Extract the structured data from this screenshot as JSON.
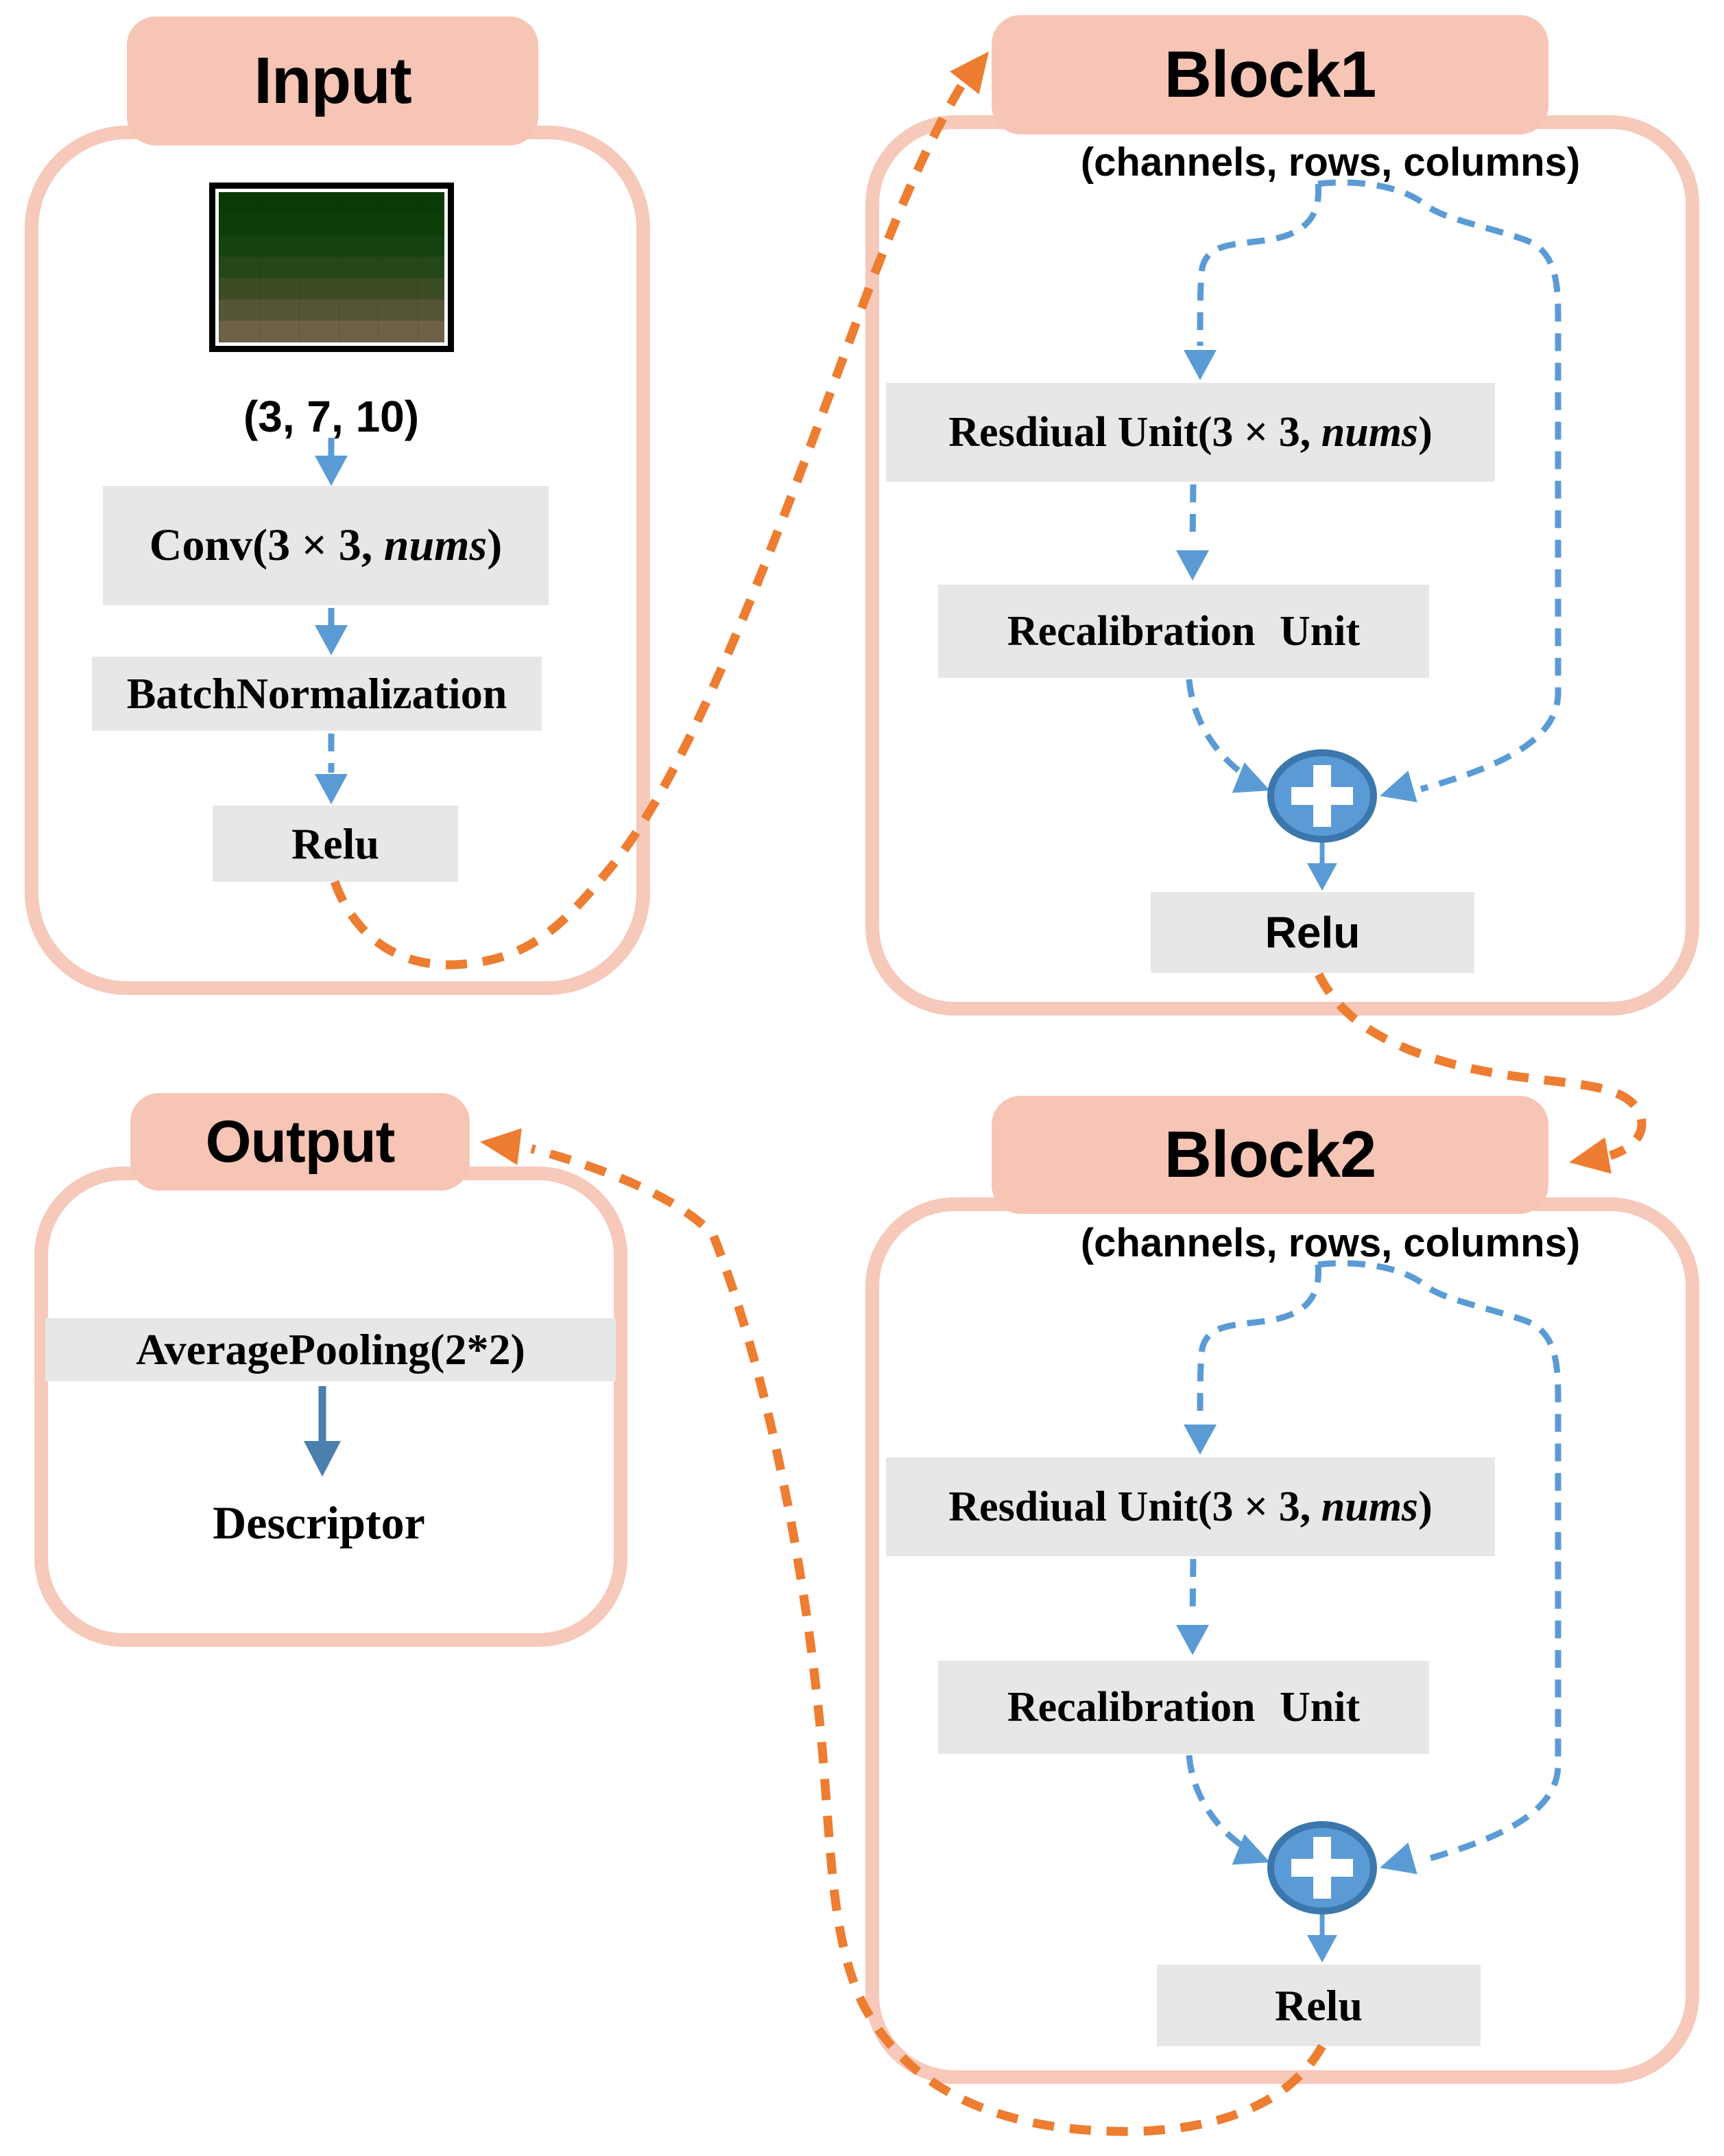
{
  "palette": {
    "pink": "#f7c5b5",
    "pink_border": "#f6c9bb",
    "grey_box": "#e7e7e7",
    "blue_dashed": "#5b9bd5",
    "blue_dark": "#3b77ad",
    "orange_dashed": "#ed7d31",
    "steel_arrow": "#4a7fae",
    "text": "#000000"
  },
  "input": {
    "title": "Input",
    "image_bands": [
      "#083b06",
      "#0c3f08",
      "#154310",
      "#264719",
      "#3c4c25",
      "#565538",
      "#6e6147"
    ],
    "shape_label": "(3, 7, 10)",
    "conv": {
      "prefix": "Conv(3 × 3, ",
      "italic": "nums",
      "suffix": ")"
    },
    "batchnorm_label": "BatchNormalization",
    "relu_label": "Relu"
  },
  "block1": {
    "title": "Block1",
    "subtitle": "(channels, rows, columns)",
    "residual": {
      "prefix": "Resdiual Unit(3 × 3, ",
      "italic": "nums",
      "suffix": ")"
    },
    "recalibration_label": "Recalibration  Unit",
    "relu_label": "Relu"
  },
  "block2": {
    "title": "Block2",
    "subtitle": "(channels, rows, columns)",
    "residual": {
      "prefix": "Resdiual Unit(3 × 3, ",
      "italic": "nums",
      "suffix": ")"
    },
    "recalibration_label": "Recalibration  Unit",
    "relu_label": "Relu"
  },
  "output": {
    "title": "Output",
    "avgpool_label": "AveragePooling(2*2)",
    "descriptor_label": "Descriptor"
  }
}
